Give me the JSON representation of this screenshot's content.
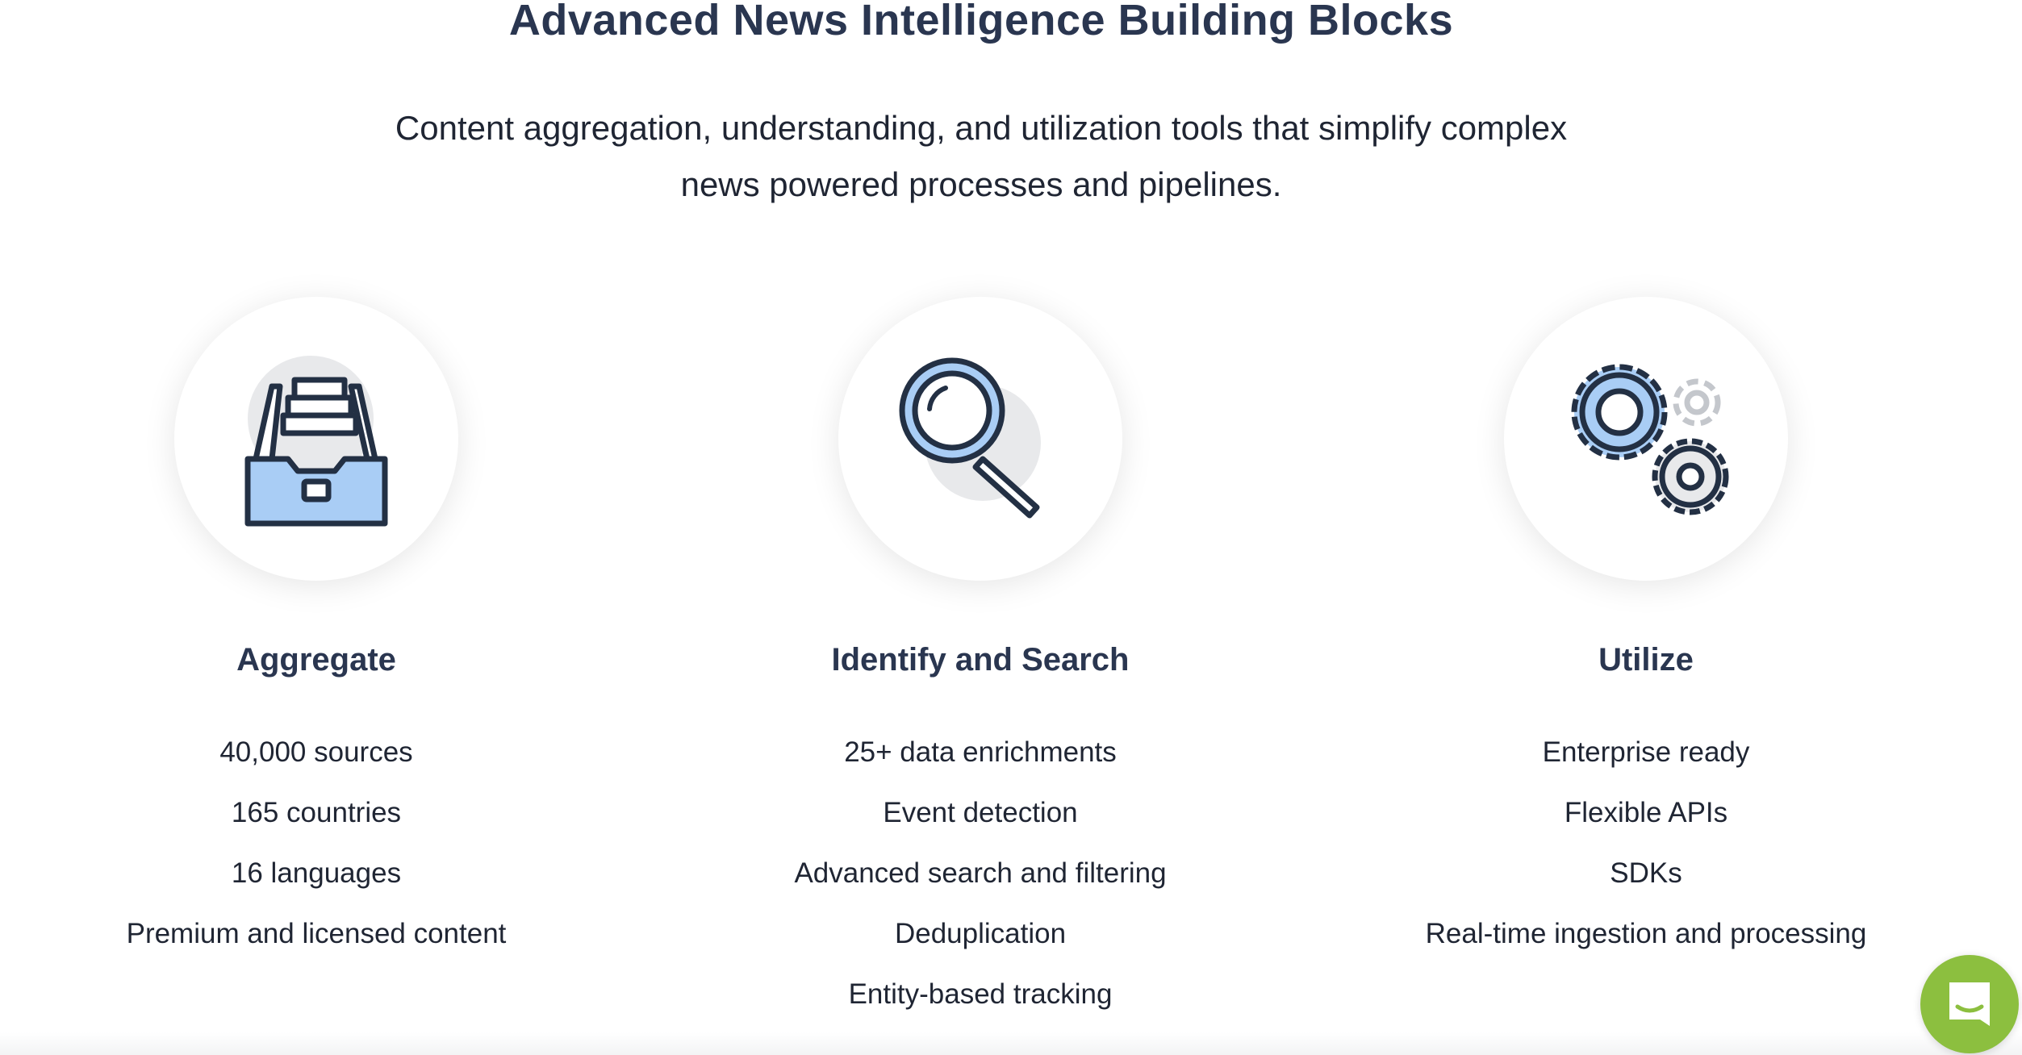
{
  "header": {
    "title": "Advanced News Intelligence Building Blocks",
    "subtitle_line1": "Content aggregation, understanding, and utilization tools that simplify complex",
    "subtitle_line2": "news powered processes and pipelines."
  },
  "columns": [
    {
      "icon": "archive-drawer-icon",
      "heading": "Aggregate",
      "items": [
        "40,000 sources",
        "165 countries",
        "16 languages",
        "Premium and licensed content"
      ]
    },
    {
      "icon": "magnifier-icon",
      "heading": "Identify and Search",
      "items": [
        "25+ data enrichments",
        "Event detection",
        "Advanced search and filtering",
        "Deduplication",
        "Entity-based tracking"
      ]
    },
    {
      "icon": "gears-icon",
      "heading": "Utilize",
      "items": [
        "Enterprise ready",
        "Flexible APIs",
        "SDKs",
        "Real-time ingestion and processing"
      ]
    }
  ],
  "chat": {
    "icon": "chat-bubble-icon"
  },
  "colors": {
    "heading": "#2a3650",
    "icon_fill": "#a9cdf5",
    "icon_stroke": "#233044",
    "chat": "#8cbf3f"
  }
}
